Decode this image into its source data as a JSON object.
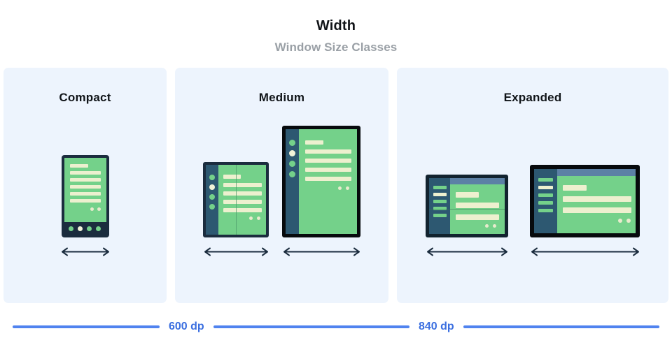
{
  "header": {
    "title": "Width",
    "subtitle": "Window Size Classes"
  },
  "colors": {
    "panel_bg": "#edf4fd",
    "screen_green": "#74d18a",
    "content_cream": "#edf0cf",
    "rail_navy": "#2d5871",
    "frame_navy": "#1b2c3e",
    "frame_black": "#070a0d",
    "topbar_blue": "#5c80a5",
    "scale_blue": "#5083ef",
    "label_blue": "#3b6fe0",
    "title_black": "#111418",
    "subtitle_gray": "#9aa0a6"
  },
  "panels": [
    {
      "id": "compact",
      "title": "Compact",
      "devices": [
        {
          "name": "phone",
          "form_factor": "phone-portrait",
          "frame": "navy",
          "content_bars": 6,
          "nav_dots": 4,
          "nav_dot_highlight_index": 1,
          "small_dots": 2,
          "arrow": "double-headed-horizontal"
        }
      ]
    },
    {
      "id": "medium",
      "title": "Medium",
      "devices": [
        {
          "name": "foldable",
          "form_factor": "foldable-dual-screen",
          "frame": "navy",
          "rail_dots": 4,
          "rail_dot_highlight_index": 1,
          "content_bars": 5,
          "small_dots": 2,
          "fold": "vertical",
          "arrow": "double-headed-horizontal"
        },
        {
          "name": "tablet-portrait",
          "form_factor": "tablet-portrait",
          "frame": "black",
          "rail_dots": 4,
          "rail_dot_highlight_index": 1,
          "content_bars": 5,
          "small_dots": 2,
          "arrow": "double-headed-horizontal"
        }
      ]
    },
    {
      "id": "expanded",
      "title": "Expanded",
      "devices": [
        {
          "name": "foldable-landscape",
          "form_factor": "foldable-landscape",
          "frame": "navy",
          "rail_bars": 5,
          "rail_bar_highlight_index": 1,
          "content_bars": 3,
          "small_dots": 2,
          "top_bar": true,
          "fold": "horizontal",
          "arrow": "double-headed-horizontal"
        },
        {
          "name": "tablet-landscape",
          "form_factor": "tablet-landscape",
          "frame": "black",
          "rail_bars": 5,
          "rail_bar_highlight_index": 1,
          "content_bars": 3,
          "small_dots": 2,
          "top_bar": true,
          "arrow": "double-headed-horizontal"
        }
      ]
    }
  ],
  "scale": {
    "breakpoints": [
      {
        "label": "600 dp",
        "value": 600,
        "unit": "dp"
      },
      {
        "label": "840 dp",
        "value": 840,
        "unit": "dp"
      }
    ]
  }
}
